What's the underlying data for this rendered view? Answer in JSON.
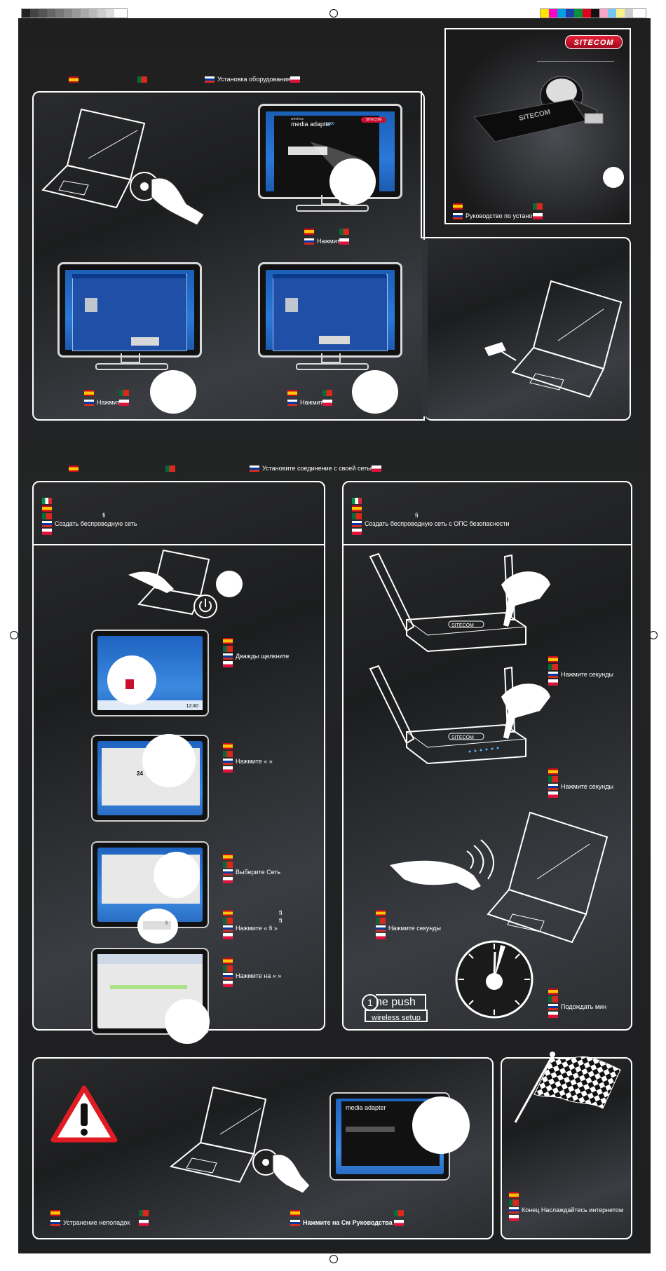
{
  "cover": {
    "brand": "SITECOM",
    "guide_title": "Руководство по установке"
  },
  "section1": {
    "heading": "Установка оборудования",
    "step_cd": {
      "label": "Нажмите"
    },
    "step_next1": {
      "label": "Нажмите"
    },
    "step_next2": {
      "label": "Нажмите"
    }
  },
  "section2": {
    "heading": "Установите соединение с своей сетью",
    "manual": {
      "title": "Создать беспроводную сеть",
      "fi_glyph": "fi",
      "steps": [
        {
          "label": "Дважды щелкните"
        },
        {
          "label": "Нажмите «            »"
        },
        {
          "label": "Выберите Сеть"
        },
        {
          "label": "Нажмите «              fi    »"
        },
        {
          "label": "Нажмите на «    »"
        }
      ],
      "fi_notes": [
        "fi",
        "fi",
        "fi"
      ],
      "taskbar_time": "12:40",
      "window_number": "24"
    },
    "wps": {
      "title": "Создать беспроводную сеть с ОПС безопасности",
      "fi_glyph": "fi",
      "router_brand": "SITECOM",
      "steps": [
        {
          "label": "Нажмите        секунды"
        },
        {
          "label": "Нажмите        секунды"
        },
        {
          "label": "Нажмите    секунды"
        },
        {
          "label": "Подождать    мин"
        }
      ],
      "logo_line1": "ne push",
      "logo_number": "1",
      "logo_line2": "wireless setup"
    }
  },
  "section3": {
    "troubleshoot": {
      "label": "Устранение неполадок"
    },
    "cd_step": {
      "label": "Нажмите на   См  Руководства"
    },
    "finish": {
      "label": "Конец      Наслаждайтесь интернетом"
    }
  },
  "screen_ui": {
    "product_small": "wireless",
    "product_name": "media adapter",
    "product_suffix": "N300",
    "brand_badge": "SITECOM"
  },
  "colors": {
    "background": "#1f1f20",
    "panel_border": "#ffffff",
    "brand_red": "#c8102e",
    "screen_blue": "#2a79d8"
  }
}
